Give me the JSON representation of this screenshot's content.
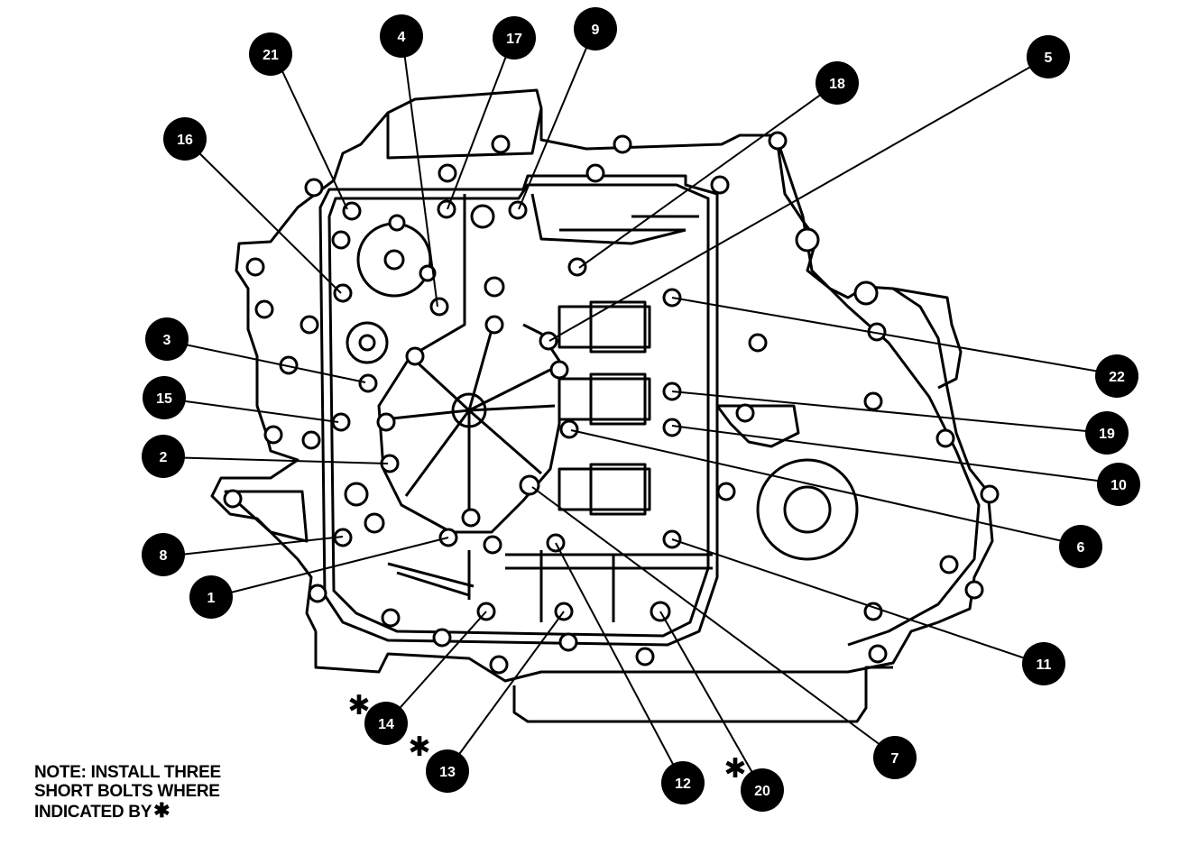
{
  "callouts": [
    {
      "label": "21"
    },
    {
      "label": "4"
    },
    {
      "label": "17"
    },
    {
      "label": "9"
    },
    {
      "label": "18"
    },
    {
      "label": "5"
    },
    {
      "label": "16"
    },
    {
      "label": "3"
    },
    {
      "label": "15"
    },
    {
      "label": "2"
    },
    {
      "label": "8"
    },
    {
      "label": "1"
    },
    {
      "label": "22"
    },
    {
      "label": "19"
    },
    {
      "label": "10"
    },
    {
      "label": "6"
    },
    {
      "label": "11"
    },
    {
      "label": "7"
    },
    {
      "label": "14"
    },
    {
      "label": "13"
    },
    {
      "label": "12"
    },
    {
      "label": "20"
    }
  ],
  "note": {
    "line1": "NOTE: INSTALL THREE",
    "line2": "SHORT BOLTS WHERE",
    "line3": "INDICATED BY",
    "symbol": "✱"
  },
  "short_bolt_marker": "✱",
  "colors": {
    "ink": "#000000",
    "paper": "#ffffff"
  }
}
